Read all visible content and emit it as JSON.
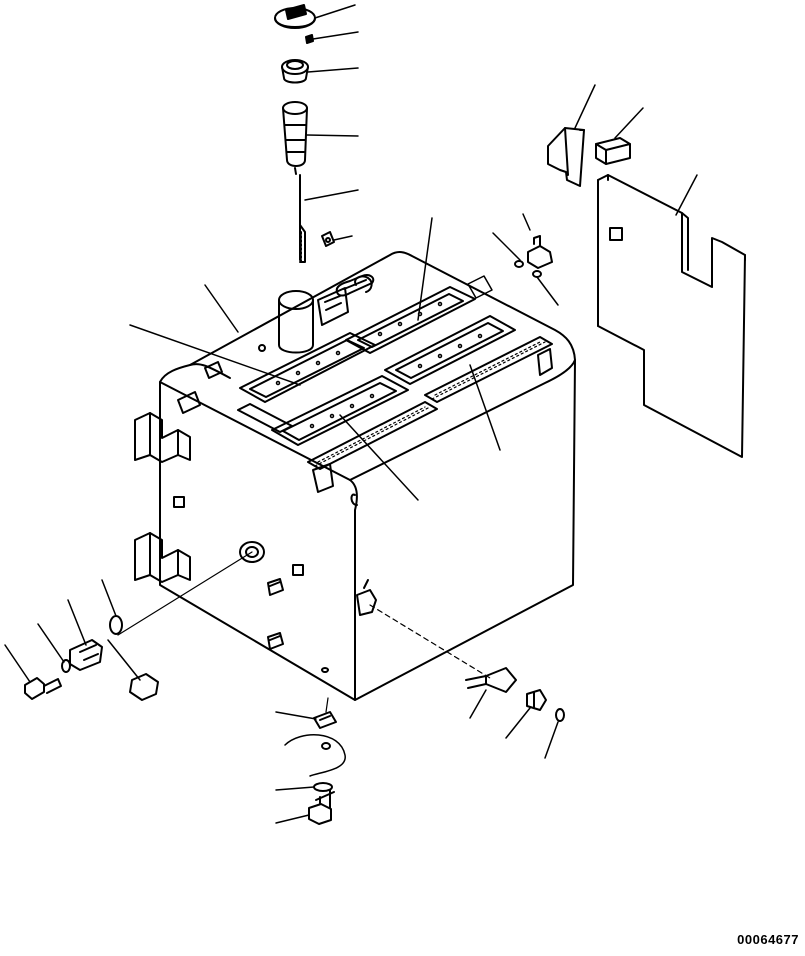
{
  "drawing": {
    "id_label": "00064677",
    "line_color": "#000000",
    "background": "#ffffff"
  },
  "parts": [
    {
      "name": "filler-cap-part"
    },
    {
      "name": "cap-pin-part"
    },
    {
      "name": "strainer-ring-part"
    },
    {
      "name": "strainer-part"
    },
    {
      "name": "level-gauge-rod-part"
    },
    {
      "name": "gauge-clip-part"
    },
    {
      "name": "fuel-tank-part"
    },
    {
      "name": "tank-cover-plate-part"
    },
    {
      "name": "insulation-pad-part"
    },
    {
      "name": "bracket-part"
    },
    {
      "name": "pad-part"
    },
    {
      "name": "sensor-part"
    },
    {
      "name": "drain-valve-part"
    },
    {
      "name": "bolt-part"
    },
    {
      "name": "washer-part"
    },
    {
      "name": "o-ring-part"
    }
  ]
}
